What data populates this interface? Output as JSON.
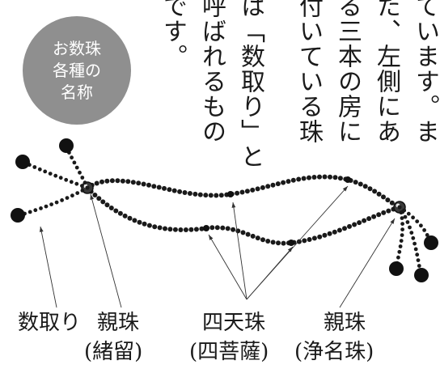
{
  "intro_text": [
    "ています。ま",
    "た、左側にあ",
    "る三本の房に",
    "付いている珠",
    "は「数取り」と",
    "呼ばれるもの",
    "です。"
  ],
  "badge": {
    "lines": [
      "お数珠",
      "各種の",
      "名称"
    ],
    "color": "#8f8f8f"
  },
  "labels": {
    "kazutori": "数取り",
    "oyadama_left": "親珠",
    "oyadama_left_sub": "(緒留)",
    "shitendama": "四天珠",
    "shitendama_sub": "(四菩薩)",
    "oyadama_right": "親珠",
    "oyadama_right_sub": "(浄名珠)"
  }
}
